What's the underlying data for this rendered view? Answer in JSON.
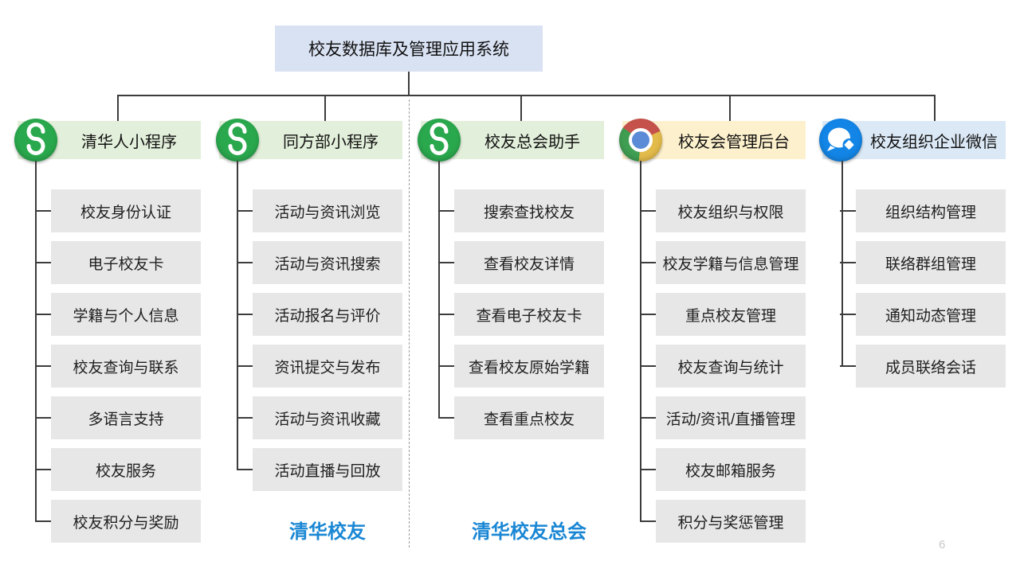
{
  "page_number": "6",
  "title": "校友数据库及管理应用系统",
  "group_labels": [
    {
      "text": "清华校友"
    },
    {
      "text": "清华校友总会"
    }
  ],
  "columns": [
    {
      "header": "清华人小程序",
      "icon": "wechat-mini-program-icon",
      "theme": "green",
      "items": [
        "校友身份认证",
        "电子校友卡",
        "学籍与个人信息",
        "校友查询与联系",
        "多语言支持",
        "校友服务",
        "校友积分与奖励"
      ]
    },
    {
      "header": "同方部小程序",
      "icon": "wechat-mini-program-icon",
      "theme": "green",
      "items": [
        "活动与资讯浏览",
        "活动与资讯搜索",
        "活动报名与评价",
        "资讯提交与发布",
        "活动与资讯收藏",
        "活动直播与回放"
      ]
    },
    {
      "header": "校友总会助手",
      "icon": "wechat-mini-program-icon",
      "theme": "green",
      "items": [
        "搜索查找校友",
        "查看校友详情",
        "查看电子校友卡",
        "查看校友原始学籍",
        "查看重点校友"
      ]
    },
    {
      "header": "校友会管理后台",
      "icon": "chrome-browser-icon",
      "theme": "yellow",
      "items": [
        "校友组织与权限",
        "校友学籍与信息管理",
        "重点校友管理",
        "校友查询与统计",
        "活动/资讯/直播管理",
        "校友邮箱服务",
        "积分与奖惩管理"
      ]
    },
    {
      "header": "校友组织企业微信",
      "icon": "wecom-icon",
      "theme": "blue",
      "items": [
        "组织结构管理",
        "联络群组管理",
        "通知动态管理",
        "成员联络会话"
      ]
    }
  ],
  "colors": {
    "title-bg": "#d9e2f3",
    "header-green": "#e2efda",
    "header-yellow": "#fdf0cc",
    "header-blue": "#dbe8f5",
    "item-bg": "#e7e7e7",
    "line": "#3c3c3c",
    "divider": "#9a9a9a",
    "group-label-blue": "#1a87d4",
    "miniprogram-green": "#2aa84d",
    "wecom-blue": "#1285e6",
    "chrome-red": "#c5534b",
    "chrome-green": "#3f9e52",
    "chrome-yellow": "#e3bb4a",
    "chrome-center-blue": "#5b8bd6",
    "page-number-gray": "#c9c9c9"
  }
}
